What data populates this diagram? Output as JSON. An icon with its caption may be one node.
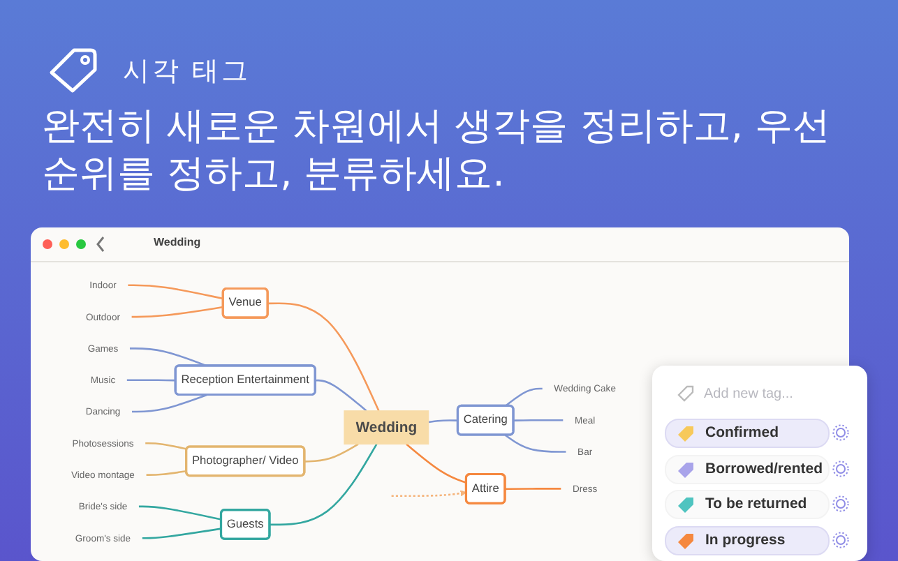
{
  "diagram": {
    "title": "시각 태그",
    "caption": "완전히 새로운 차원에서 생각을 정리하고, 우선순위를 정하고, 분류하세요.",
    "nodes": [
      {
        "text": [
          "Wedding"
        ]
      },
      {
        "text": [
          "Venue"
        ]
      },
      {
        "text": [
          "Indoor"
        ]
      },
      {
        "text": [
          "Outdoor"
        ]
      },
      {
        "text": [
          "Reception Entertainment"
        ]
      },
      {
        "text": [
          "Games"
        ]
      },
      {
        "text": [
          "Music"
        ]
      },
      {
        "text": [
          "Dancing"
        ]
      },
      {
        "text": [
          "Photographer/ Video"
        ]
      },
      {
        "text": [
          "Photosessions"
        ]
      },
      {
        "text": [
          "Video montage"
        ]
      },
      {
        "text": [
          "Guests"
        ]
      },
      {
        "text": [
          "Bride's side"
        ]
      },
      {
        "text": [
          "Groom's side"
        ]
      },
      {
        "text": [
          "Catering"
        ]
      },
      {
        "text": [
          "Wedding Cake"
        ]
      },
      {
        "text": [
          "Meal"
        ]
      },
      {
        "text": [
          "Bar"
        ]
      },
      {
        "text": [
          "Attire"
        ]
      },
      {
        "text": [
          "Dress"
        ]
      }
    ],
    "edges": [
      {
        "from": 1,
        "to": 0,
        "arrow": "none",
        "color": "#f5995a"
      },
      {
        "from": 2,
        "to": 1,
        "arrow": "none",
        "color": "#f5995a"
      },
      {
        "from": 3,
        "to": 1,
        "arrow": "none",
        "color": "#f5995a"
      },
      {
        "from": 4,
        "to": 0,
        "arrow": "none",
        "color": "#7f96d2"
      },
      {
        "from": 5,
        "to": 4,
        "arrow": "none",
        "color": "#7f96d2"
      },
      {
        "from": 6,
        "to": 4,
        "arrow": "none",
        "color": "#7f96d2"
      },
      {
        "from": 7,
        "to": 4,
        "arrow": "none",
        "color": "#7f96d2"
      },
      {
        "from": 8,
        "to": 0,
        "arrow": "none",
        "color": "#e3b56f"
      },
      {
        "from": 9,
        "to": 8,
        "arrow": "none",
        "color": "#e3b56f"
      },
      {
        "from": 10,
        "to": 8,
        "arrow": "none",
        "color": "#e3b56f"
      },
      {
        "from": 11,
        "to": 0,
        "arrow": "none",
        "color": "#33a7a0"
      },
      {
        "from": 12,
        "to": 11,
        "arrow": "none",
        "color": "#33a7a0"
      },
      {
        "from": 13,
        "to": 11,
        "arrow": "none",
        "color": "#33a7a0"
      },
      {
        "from": 0,
        "to": 14,
        "arrow": "none",
        "color": "#7f96d2"
      },
      {
        "from": 14,
        "to": 15,
        "arrow": "none",
        "color": "#7f96d2"
      },
      {
        "from": 14,
        "to": 16,
        "arrow": "none",
        "color": "#7f96d2"
      },
      {
        "from": 14,
        "to": 17,
        "arrow": "none",
        "color": "#7f96d2"
      },
      {
        "from": 0,
        "to": 18,
        "arrow": "none",
        "color": "#f5883f"
      },
      {
        "from": 18,
        "to": 19,
        "arrow": "none",
        "color": "#f5883f"
      },
      {
        "from": null,
        "to": 18,
        "arrow": "to",
        "style": "dashed",
        "color": "#f5b37a"
      }
    ],
    "labels": [
      "Wedding",
      "Add new tag..."
    ],
    "legend": [
      {
        "text": "Confirmed",
        "color": "#f7c95a"
      },
      {
        "text": "Borrowed/rented",
        "color": "#a9a4ea"
      },
      {
        "text": "To be returned",
        "color": "#4fc4c0"
      },
      {
        "text": "In progress",
        "color": "#f5883f"
      }
    ]
  }
}
